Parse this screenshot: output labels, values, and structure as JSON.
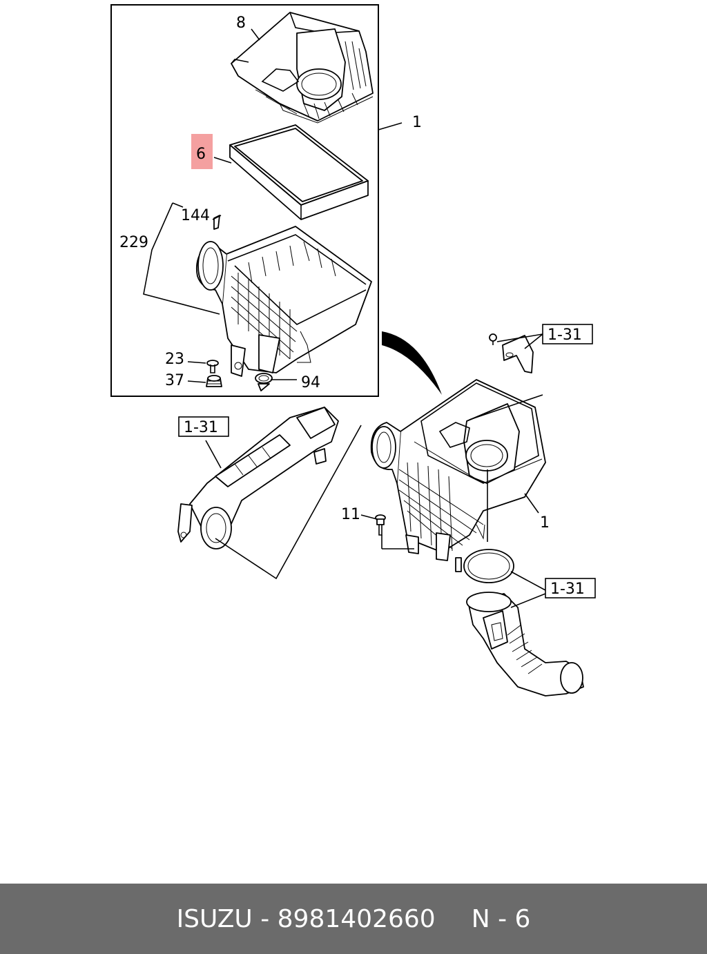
{
  "diagram": {
    "callouts": {
      "c8": "8",
      "c1_top": "1",
      "c6": "6",
      "c144": "144",
      "c229": "229",
      "c23": "23",
      "c37": "37",
      "c94": "94",
      "ref_sensor": "1-31",
      "ref_duct_left": "1-31",
      "c11": "11",
      "c1_right": "1",
      "ref_hose": "1-31"
    },
    "highlight_color": "#f4a0a0"
  },
  "footer": {
    "brand": "ISUZU",
    "separator": " - ",
    "part_number": "8981402660",
    "page": "N - 6"
  }
}
